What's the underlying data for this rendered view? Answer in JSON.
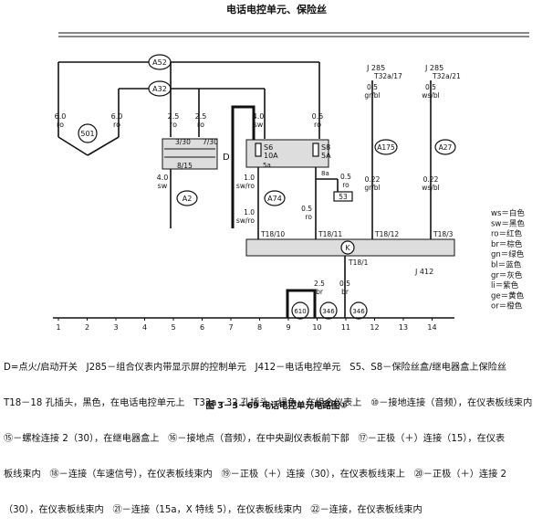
{
  "title": "电话电控单元、保险丝",
  "connectors": {
    "a52": "A52",
    "a32": "A32",
    "a2": "A2",
    "a74": "A74",
    "a175": "A175",
    "a27": "A27",
    "c501": "501",
    "c610": "610",
    "c346a": "346",
    "c346b": "346"
  },
  "wires": {
    "w1": [
      "6.0",
      "ro"
    ],
    "w2": [
      "6.0",
      "ro"
    ],
    "w3": [
      "2.5",
      "ro"
    ],
    "w4": [
      "2.5",
      "ro"
    ],
    "w5": [
      "4.0",
      "sw"
    ],
    "w6": [
      "0.5",
      "ro"
    ],
    "w7": [
      "4.0",
      "sw"
    ],
    "w8": [
      "1.0",
      "sw/ro"
    ],
    "w9": [
      "1.0",
      "sw/ro"
    ],
    "w10": [
      "0.5",
      "ro"
    ],
    "w11": [
      "0.5",
      "gr/bl"
    ],
    "w12": [
      "0.5",
      "ws/bl"
    ],
    "w13": [
      "0.22",
      "gr/bl"
    ],
    "w14": [
      "0.22",
      "ws/bl"
    ],
    "w15": [
      "2.5",
      "br"
    ],
    "w16": [
      "0.5",
      "br"
    ],
    "w17": [
      "0.5",
      "ro"
    ]
  },
  "switch_d": {
    "label": "D",
    "t1": "3/30",
    "t2": "7/30",
    "t3": "8/15"
  },
  "fuses": {
    "s6": "S6",
    "s6a": "10A",
    "s8": "S8",
    "s8a": "5A",
    "p5a": "5a",
    "p8a": "8a",
    "p53": "53"
  },
  "j285": {
    "left": "J 285",
    "left_pin": "T32a/17",
    "right": "J 285",
    "right_pin": "T32a/21"
  },
  "j412": {
    "label": "J 412",
    "k": "K",
    "pins": [
      "T18/10",
      "T18/11",
      "T18/12",
      "T18/3",
      "T18/1"
    ]
  },
  "scale": [
    "1",
    "2",
    "3",
    "4",
    "5",
    "6",
    "7",
    "8",
    "9",
    "10",
    "11",
    "12",
    "13",
    "14"
  ],
  "legend": [
    "ws＝白色",
    "sw＝黑色",
    "ro＝红色",
    "br＝棕色",
    "gn＝绿色",
    "bl＝蓝色",
    "gr＝灰色",
    "li＝紫色",
    "ge＝黄色",
    "or＝橙色"
  ],
  "caption": [
    "D=点火/启动开关   J285－组合仪表内带显示屏的控制单元   J412－电话电控单元   S5、S8－保险丝盒/继电器盒上保险丝",
    "T18－18 孔插头，黑色，在电话电控单元上   T32a－32 孔插头，绿色，在组合仪表上   ⑩－接地连接（音频），在仪表板线束内",
    "⑮－螺栓连接 2（30），在继电器盒上   ⑯－接地点（音频），在中央副仪表板前下部   ⑰－正极（＋）连接（15），在仪表",
    "板线束内   ⑱－连接（车速信号），在仪表板线束内   ⑲－正极（＋）连接（30），在仪表板线束上   ⑳－正极（＋）连接 2",
    "（30），在仪表板线束内   ㉑－连接（15a，X 特线 5），在仪表板线束内   ㉒－连接，在仪表板线束内"
  ],
  "figure_title": "图 3－3－69   电话电控单元电路图①"
}
